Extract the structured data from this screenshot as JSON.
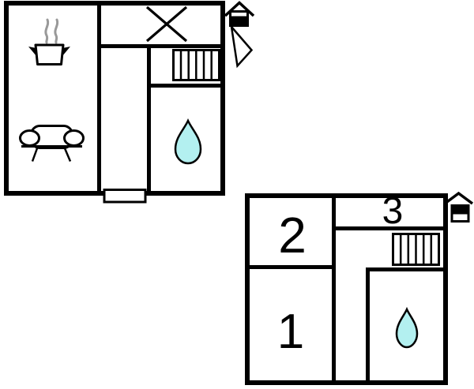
{
  "canvas": {
    "background": "#ffffff"
  },
  "colors": {
    "line": "#000000",
    "water_fill": "#b3f0f0",
    "steam_gray": "#999999",
    "white": "#ffffff"
  },
  "ground_floor_plan": {
    "icons": {
      "stove": "stove-pot-icon",
      "steam": "steam-icon",
      "sofa": "sofa-icon",
      "cross": "cross-marker-icon",
      "stairs": "stairs-icon",
      "water": "water-drop-icon",
      "door": "entrance-door",
      "floor_indicator": "house-ground-floor-indicator-icon (lower half filled)",
      "arrow": "entrance-direction-arrow-icon"
    }
  },
  "upper_floor_plan": {
    "room_labels": {
      "room1": "1",
      "room2": "2",
      "room3": "3"
    },
    "icons": {
      "stairs": "stairs-icon",
      "water": "water-drop-icon",
      "floor_indicator": "house-upper-floor-indicator-icon (upper half filled)"
    }
  }
}
